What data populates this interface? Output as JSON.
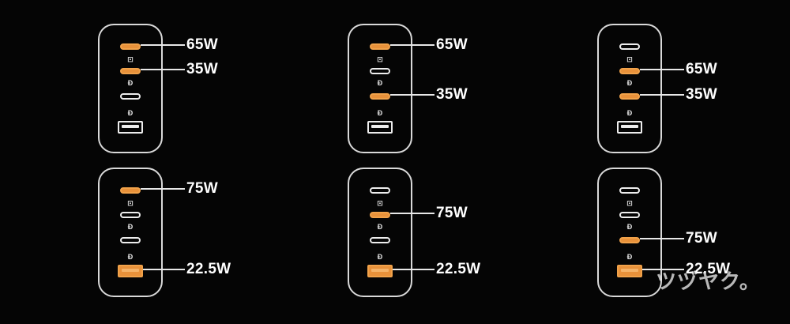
{
  "configurations": [
    {
      "ports": [
        {
          "kind": "usb-c",
          "active": true,
          "label": "65W"
        },
        {
          "kind": "glyph",
          "symbol": "⊡"
        },
        {
          "kind": "usb-c",
          "active": true,
          "label": "35W"
        },
        {
          "kind": "glyph",
          "symbol": "Ð"
        },
        {
          "kind": "usb-c",
          "active": false
        },
        {
          "kind": "glyph",
          "symbol": "Ð"
        },
        {
          "kind": "usb-a",
          "active": false
        }
      ]
    },
    {
      "ports": [
        {
          "kind": "usb-c",
          "active": true,
          "label": "65W"
        },
        {
          "kind": "glyph",
          "symbol": "⊡"
        },
        {
          "kind": "usb-c",
          "active": false
        },
        {
          "kind": "glyph",
          "symbol": "Ð"
        },
        {
          "kind": "usb-c",
          "active": true,
          "label": "35W"
        },
        {
          "kind": "glyph",
          "symbol": "Ð"
        },
        {
          "kind": "usb-a",
          "active": false
        }
      ]
    },
    {
      "ports": [
        {
          "kind": "usb-c",
          "active": false
        },
        {
          "kind": "glyph",
          "symbol": "⊡"
        },
        {
          "kind": "usb-c",
          "active": true,
          "label": "65W"
        },
        {
          "kind": "glyph",
          "symbol": "Ð"
        },
        {
          "kind": "usb-c",
          "active": true,
          "label": "35W"
        },
        {
          "kind": "glyph",
          "symbol": "Ð"
        },
        {
          "kind": "usb-a",
          "active": false
        }
      ]
    },
    {
      "ports": [
        {
          "kind": "usb-c",
          "active": true,
          "label": "75W"
        },
        {
          "kind": "glyph",
          "symbol": "⊡"
        },
        {
          "kind": "usb-c",
          "active": false
        },
        {
          "kind": "glyph",
          "symbol": "Ð"
        },
        {
          "kind": "usb-c",
          "active": false
        },
        {
          "kind": "glyph",
          "symbol": "Ð"
        },
        {
          "kind": "usb-a",
          "active": true,
          "label": "22.5W"
        }
      ]
    },
    {
      "ports": [
        {
          "kind": "usb-c",
          "active": false
        },
        {
          "kind": "glyph",
          "symbol": "⊡"
        },
        {
          "kind": "usb-c",
          "active": true,
          "label": "75W"
        },
        {
          "kind": "glyph",
          "symbol": "Ð"
        },
        {
          "kind": "usb-c",
          "active": false
        },
        {
          "kind": "glyph",
          "symbol": "Ð"
        },
        {
          "kind": "usb-a",
          "active": true,
          "label": "22.5W"
        }
      ]
    },
    {
      "ports": [
        {
          "kind": "usb-c",
          "active": false
        },
        {
          "kind": "glyph",
          "symbol": "⊡"
        },
        {
          "kind": "usb-c",
          "active": false
        },
        {
          "kind": "glyph",
          "symbol": "Ð"
        },
        {
          "kind": "usb-c",
          "active": true,
          "label": "75W"
        },
        {
          "kind": "glyph",
          "symbol": "Ð"
        },
        {
          "kind": "usb-a",
          "active": true,
          "label": "22.5W"
        }
      ]
    }
  ],
  "watermark": "ツヅヤク。",
  "colors": {
    "background": "#050505",
    "outline": "#d9d9d9",
    "active_port": "#e8913a",
    "text": "#ffffff"
  }
}
